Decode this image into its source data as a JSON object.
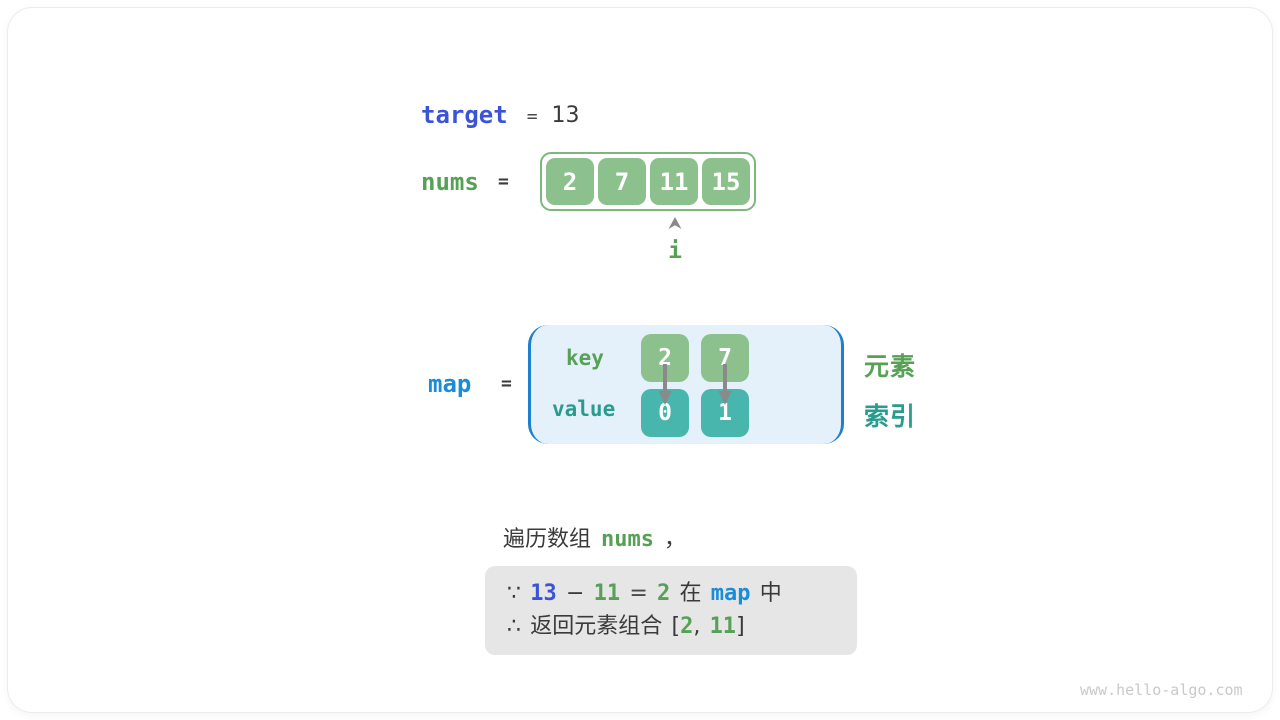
{
  "diagram": {
    "target_row": {
      "label": "target",
      "equals": "=",
      "value": "13"
    },
    "nums_row": {
      "label": "nums",
      "equals": "=",
      "cells": [
        "2",
        "7",
        "11",
        "15"
      ],
      "pointer_label": "i"
    },
    "map_row": {
      "label": "map",
      "equals": "=",
      "key_label": "key",
      "value_label": "value",
      "keys": [
        "2",
        "7"
      ],
      "values": [
        "0",
        "1"
      ],
      "element_label": "元素",
      "index_label": "索引"
    },
    "caption": {
      "prefix": "遍历数组",
      "code": "nums",
      "suffix": "，"
    },
    "conclusion": {
      "line1": [
        {
          "t": "∵",
          "c": "dark"
        },
        {
          "t": "13",
          "c": "blue"
        },
        {
          "t": "−",
          "c": "dark"
        },
        {
          "t": "11",
          "c": "green"
        },
        {
          "t": "=",
          "c": "gray"
        },
        {
          "t": "2",
          "c": "green"
        },
        {
          "t": "在",
          "c": "dark"
        },
        {
          "t": "map",
          "c": "azure"
        },
        {
          "t": "中",
          "c": "dark"
        }
      ],
      "line2": [
        {
          "t": "∴",
          "c": "dark"
        },
        {
          "t": "返回元素组合",
          "c": "dark"
        },
        {
          "t": "[",
          "c": "dark"
        },
        {
          "t": "2",
          "c": "green",
          "gap": false
        },
        {
          "t": ",",
          "c": "dark",
          "gap": false
        },
        {
          "t": "11",
          "c": "green"
        },
        {
          "t": "]",
          "c": "dark",
          "gap": false
        }
      ]
    },
    "watermark": "www.hello-algo.com",
    "colors": {
      "target_blue": "#3b54d5",
      "map_azure": "#1a8cd8",
      "green_text": "#56a156",
      "green_cell": "#8cc08c",
      "array_border_green": "#7cb87c",
      "teal_cell": "#48b6ac",
      "teal_text": "#2a9c8e",
      "arrow_gray": "#8a8a8a",
      "map_box_bg": "#e4f1fa",
      "map_bracket_blue": "#1e7fd1",
      "conclusion_box_bg": "#e6e6e6",
      "dark_text": "#3a3a3a",
      "watermark_gray": "#c9c9c9"
    }
  }
}
